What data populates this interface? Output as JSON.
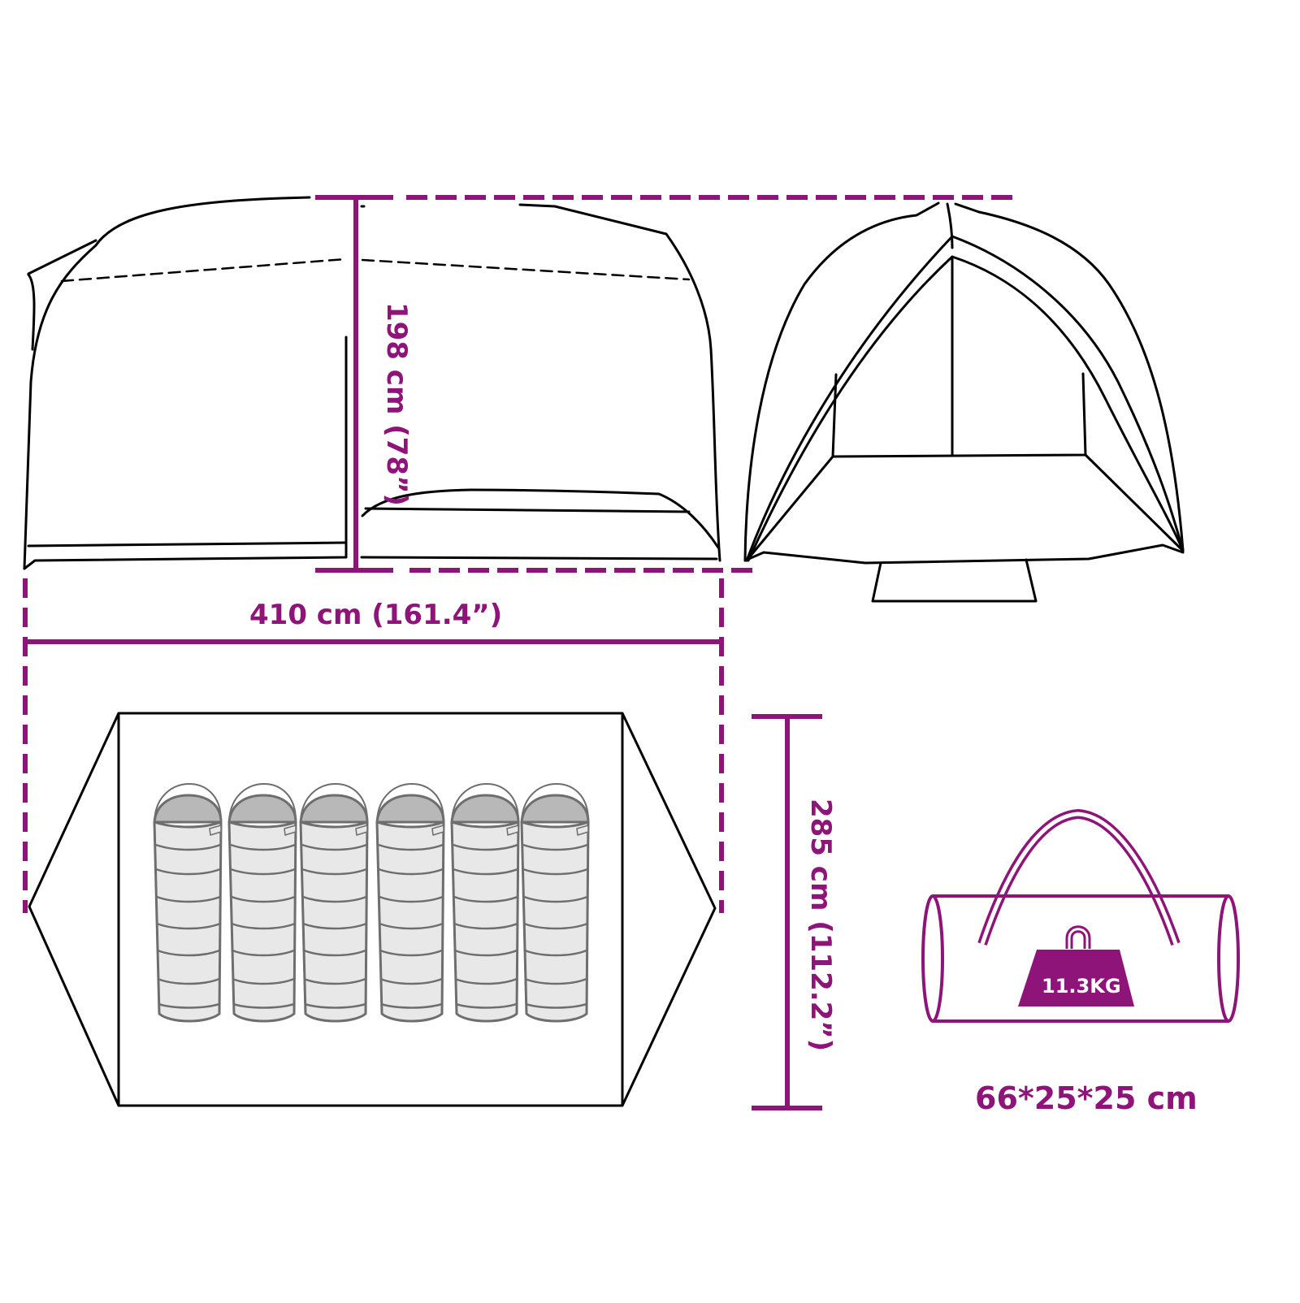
{
  "diagram": {
    "accent_color": "#8e1479",
    "line_color": "#000000",
    "bag_fill": "#e8e8e8",
    "bag_hood_fill": "#b8b8b8",
    "bag_stroke": "#6e6e6e",
    "views": {
      "side_view": {
        "label": "tent-side-view"
      },
      "front_view": {
        "label": "tent-front-view"
      },
      "top_view": {
        "label": "tent-floor-plan",
        "sleeping_bags": 6
      },
      "carry_bag": {
        "label": "carry-bag"
      }
    },
    "dimensions": {
      "height": "198 cm (78”)",
      "length": "410 cm (161.4”)",
      "width": "285 cm (112.2”)",
      "weight": "11.3KG",
      "packed_size": "66*25*25 cm"
    }
  }
}
